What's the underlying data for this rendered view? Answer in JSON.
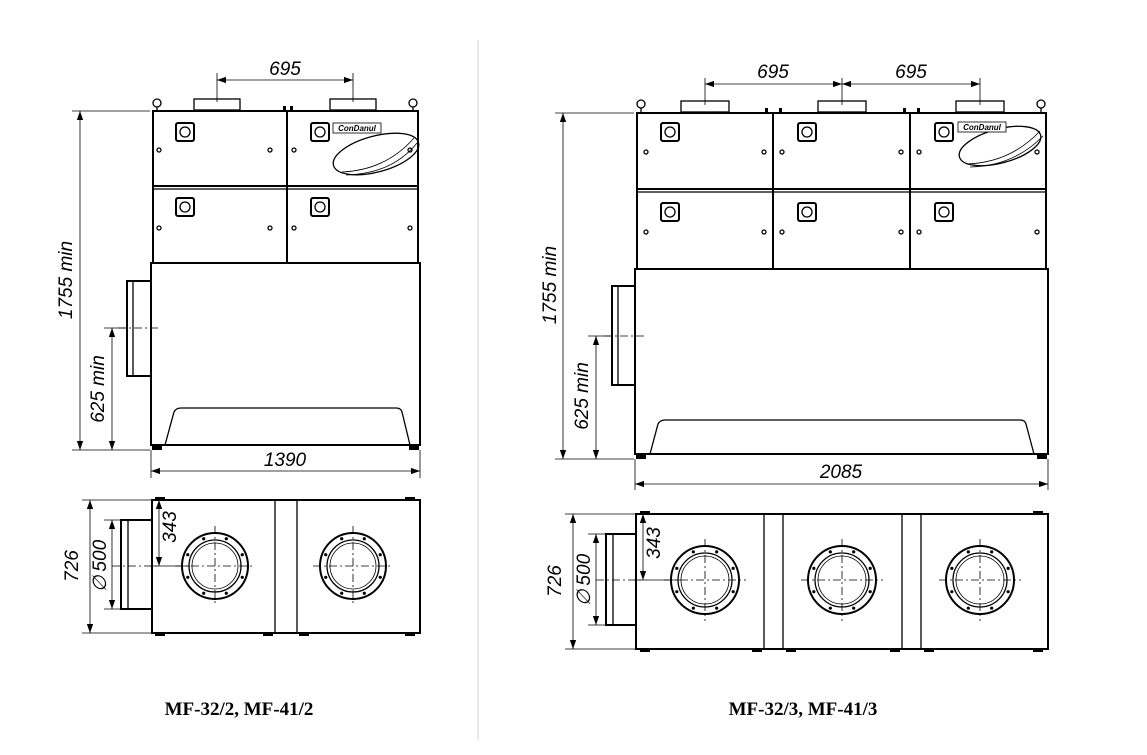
{
  "left": {
    "dim_top": "695",
    "dim_height": "1755 min",
    "dim_duct_height": "625 min",
    "dim_width": "1390",
    "dim_depth": "726",
    "dim_diameter": "500",
    "dim_offset": "343",
    "caption": "MF-32/2, MF-41/2",
    "logo_text": "ConDanul"
  },
  "right": {
    "dim_top_1": "695",
    "dim_top_2": "695",
    "dim_height": "1755 min",
    "dim_duct_height": "625 min",
    "dim_width": "2085",
    "dim_depth": "726",
    "dim_diameter": "500",
    "dim_offset": "343",
    "caption": "MF-32/3, MF-41/3",
    "logo_text": "ConDanul"
  },
  "symbols": {
    "diameter": "∅"
  }
}
